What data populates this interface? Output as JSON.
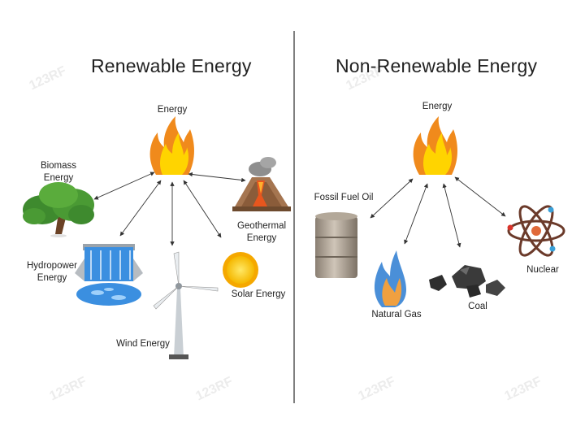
{
  "renewable": {
    "title": "Renewable Energy",
    "energy_label": "Energy",
    "biomass_label": "Biomass\nEnergy",
    "geothermal_label": "Geothermal\nEnergy",
    "hydropower_label": "Hydropower\nEnergy",
    "solar_label": "Solar Energy",
    "wind_label": "Wind Energy"
  },
  "non_renewable": {
    "title": "Non-Renewable Energy",
    "energy_label": "Energy",
    "fossil_label": "Fossil Fuel Oil",
    "natural_gas_label": "Natural Gas",
    "coal_label": "Coal",
    "nuclear_label": "Nuclear"
  },
  "watermark_text": "123RF",
  "colors": {
    "flame_outer": "#f08a1c",
    "flame_inner": "#ffd400",
    "divider": "#555555",
    "arrow": "#333333",
    "water": "#3b8fe0",
    "gas_flame_blue": "#4a8fd8",
    "gas_flame_orange": "#f0a040"
  }
}
